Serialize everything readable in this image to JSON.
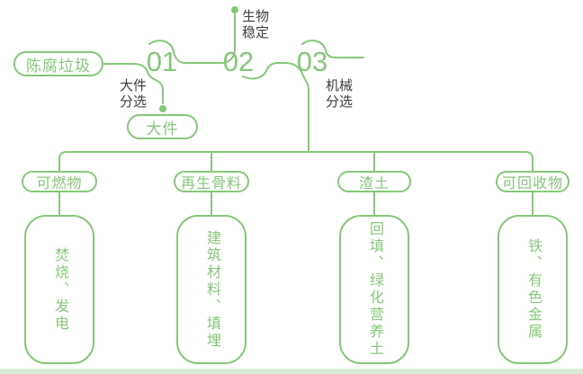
{
  "colors": {
    "accent_green": "#86c77a",
    "label_dark": "#3e3e3e",
    "footer_strip": "#d9ecd1"
  },
  "flow": {
    "source": {
      "label": "陈腐垃圾"
    },
    "steps": [
      {
        "number": "01",
        "label_line1": "大件",
        "label_line2": "分选"
      },
      {
        "number": "02",
        "label_line1": "生物",
        "label_line2": "稳定"
      },
      {
        "number": "03",
        "label_line1": "机械",
        "label_line2": "分选"
      }
    ],
    "bulky_output": {
      "label": "大件"
    }
  },
  "outputs": [
    {
      "category": "可燃物",
      "uses": "焚烧、发电"
    },
    {
      "category": "再生骨料",
      "uses": "建筑材料、填埋"
    },
    {
      "category": "渣土",
      "uses": "回填、绿化营养土"
    },
    {
      "category": "可回收物",
      "uses": "铁、有色金属"
    }
  ]
}
